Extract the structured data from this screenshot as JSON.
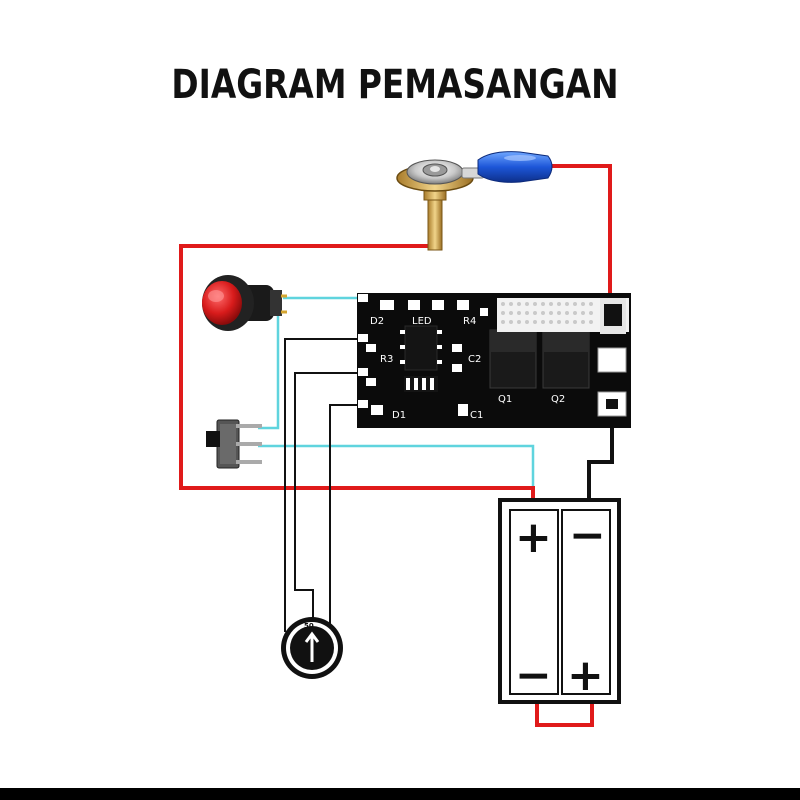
{
  "title": "DIAGRAM PEMASANGAN",
  "pcb_labels": {
    "d2": "D2",
    "led": "LED",
    "r4": "R4",
    "r3": "R3",
    "c2": "C2",
    "q1": "Q1",
    "q2": "Q2",
    "d1": "D1",
    "c1": "C1"
  },
  "battery": {
    "top_left": "+",
    "top_right": "−",
    "bottom_left": "−",
    "bottom_right": "+"
  },
  "potentiometer_label": "50",
  "wire_colors": {
    "red": "#e01a1a",
    "cyan": "#5fd4de",
    "black": "#111111"
  },
  "components": {
    "heating_element": "brass-screw-terminal-icon",
    "connector": "blue-spade-connector-icon",
    "push_button": "red-push-button-icon",
    "slide_switch": "slide-switch-icon",
    "potentiometer": "potentiometer-dial-icon",
    "battery_holder": "dual-battery-holder-icon"
  }
}
